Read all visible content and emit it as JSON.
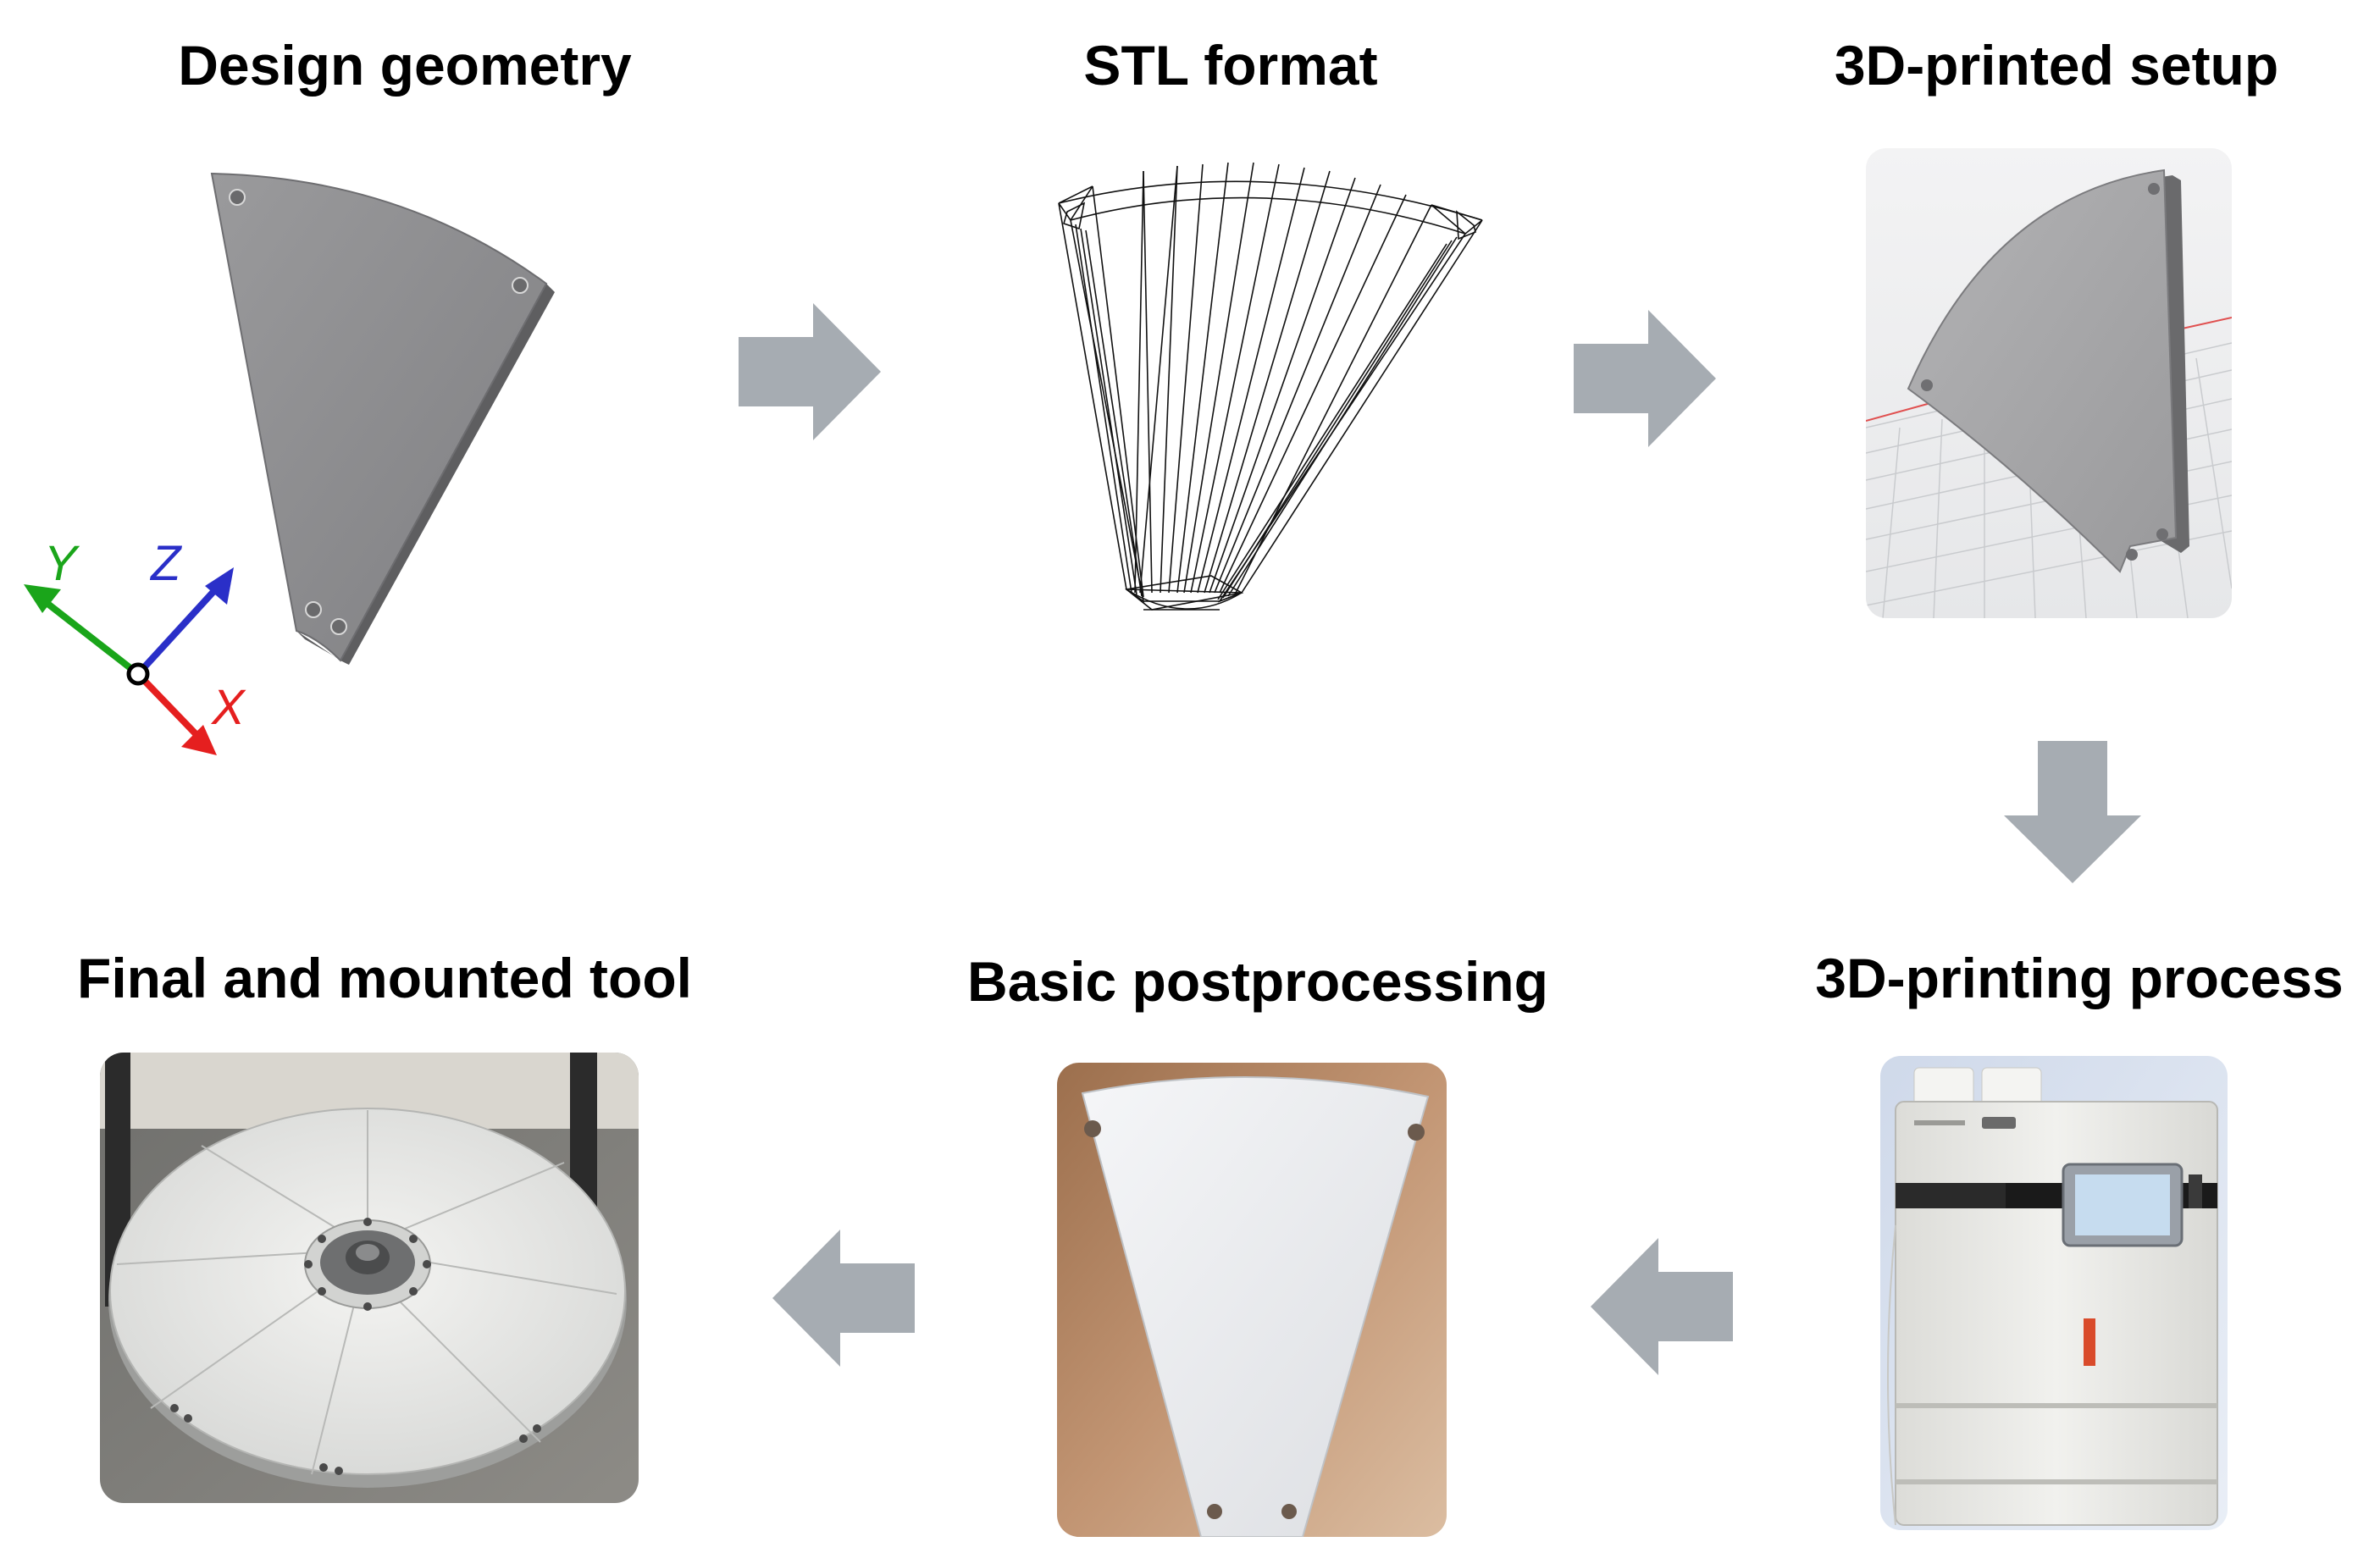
{
  "steps": {
    "design": {
      "title": "Design geometry"
    },
    "stl": {
      "title": "STL format"
    },
    "setup": {
      "title": "3D-printed setup"
    },
    "printing": {
      "title": "3D-printing process"
    },
    "postprocessing": {
      "title": "Basic postprocessing"
    },
    "final": {
      "title": "Final and mounted tool"
    }
  },
  "axes": {
    "y_label": "Y",
    "z_label": "Z",
    "x_label": "X"
  },
  "colors": {
    "arrow": "#a6acb2",
    "part_gray": "#8c8c8e",
    "axis_y": "#1aa51a",
    "axis_z": "#2a2fc8",
    "axis_x": "#e51f1f"
  },
  "icons": {
    "flow_arrow": "block-arrow-icon"
  }
}
